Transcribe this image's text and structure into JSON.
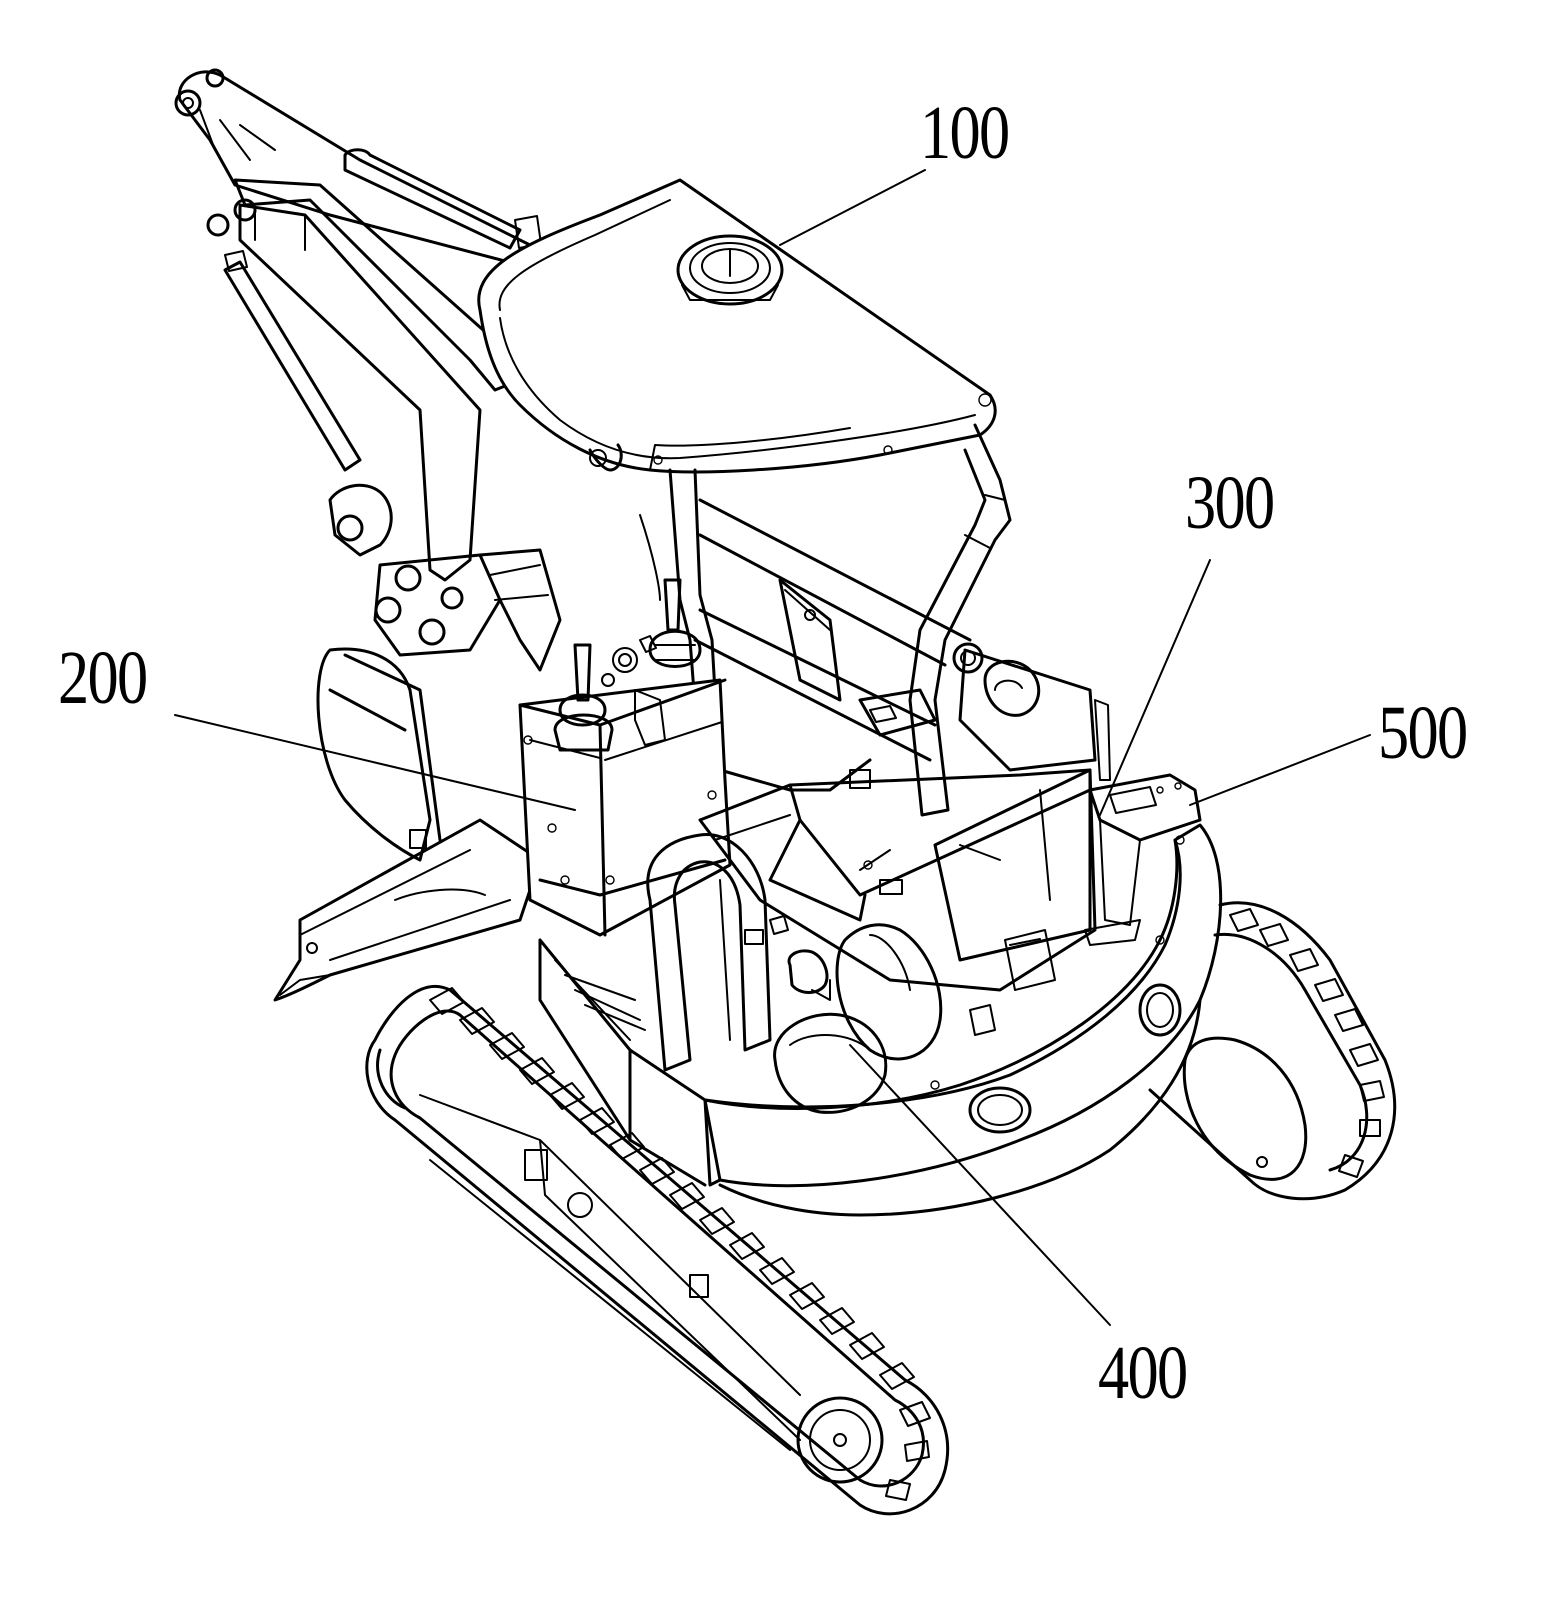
{
  "figure": {
    "callouts": [
      {
        "id": "c100",
        "text": "100"
      },
      {
        "id": "c200",
        "text": "200"
      },
      {
        "id": "c300",
        "text": "300"
      },
      {
        "id": "c400",
        "text": "400"
      },
      {
        "id": "c500",
        "text": "500"
      }
    ],
    "colors": {
      "line": "#000000",
      "background": "#ffffff"
    }
  }
}
